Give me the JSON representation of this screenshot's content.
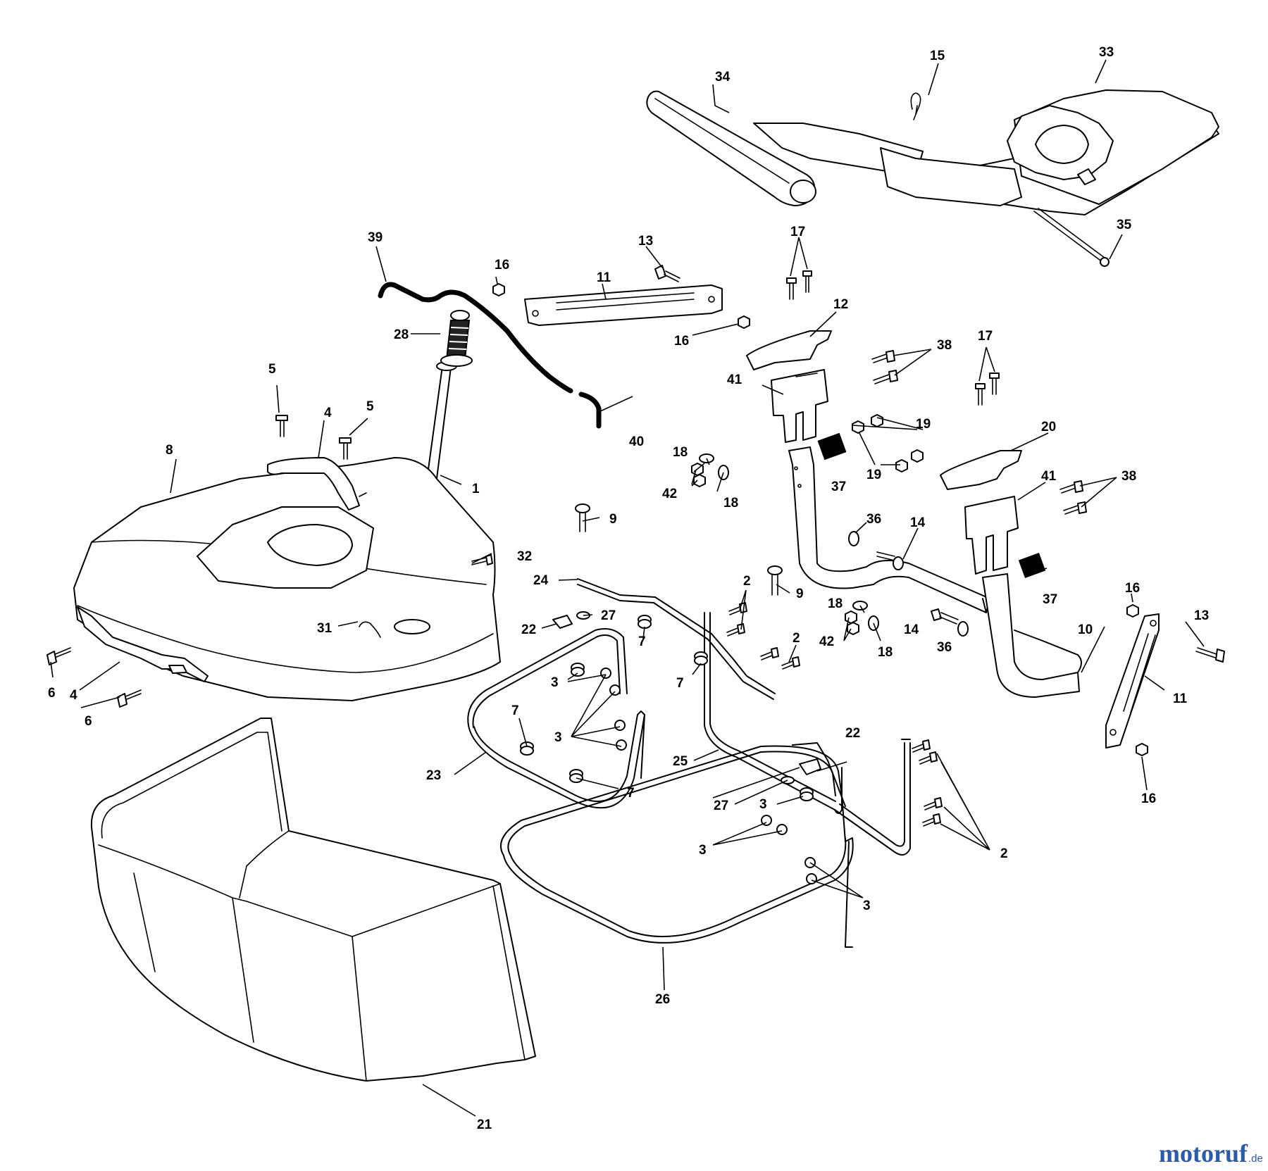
{
  "diagram": {
    "callouts": {
      "c1": "1",
      "c2": "2",
      "c3": "3",
      "c4": "4",
      "c5": "5",
      "c6": "6",
      "c7": "7",
      "c8": "8",
      "c9": "9",
      "c10": "10",
      "c11": "11",
      "c12": "12",
      "c13": "13",
      "c14": "14",
      "c15": "15",
      "c16": "16",
      "c17": "17",
      "c18": "18",
      "c19": "19",
      "c20": "20",
      "c21": "21",
      "c22": "22",
      "c23": "23",
      "c24": "24",
      "c25": "25",
      "c26": "26",
      "c27": "27",
      "c28": "28",
      "c31": "31",
      "c32": "32",
      "c33": "33",
      "c34": "34",
      "c35": "35",
      "c36": "36",
      "c37": "37",
      "c38": "38",
      "c39": "39",
      "c40": "40",
      "c41": "41",
      "c42": "42"
    }
  },
  "watermark": {
    "brand": "motoruf",
    "suffix": ".de"
  }
}
